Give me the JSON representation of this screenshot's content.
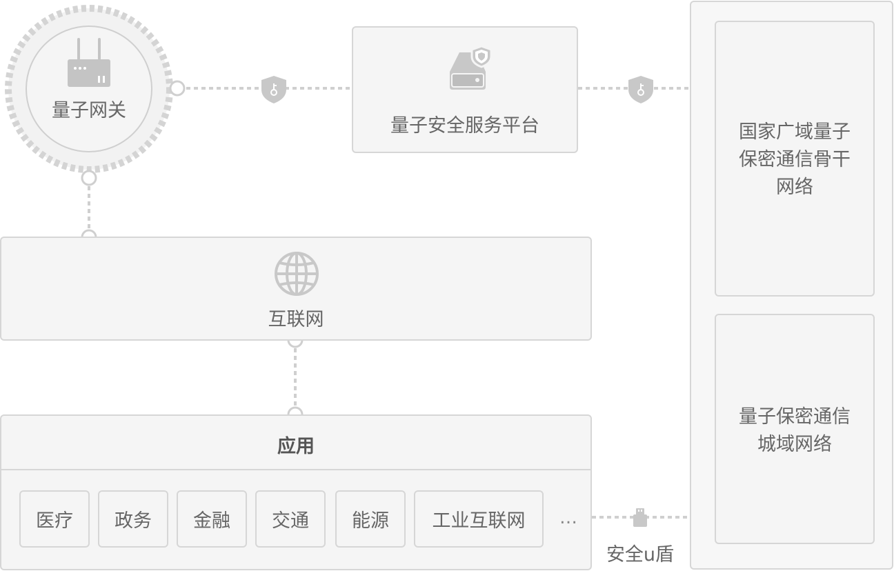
{
  "gateway": {
    "label": "量子网关",
    "icon": "router-icon"
  },
  "platform": {
    "label": "量子安全服务平台",
    "icon": "server-shield-icon"
  },
  "backbone": {
    "label_line1": "国家广域量子",
    "label_line2": "保密通信骨干",
    "label_line3": "网络"
  },
  "metro": {
    "label_line1": "量子保密通信",
    "label_line2": "城域网络"
  },
  "internet": {
    "label": "互联网",
    "icon": "globe-icon"
  },
  "application": {
    "title": "应用",
    "items": [
      "医疗",
      "政务",
      "金融",
      "交通",
      "能源",
      "工业互联网"
    ],
    "ellipsis": "…"
  },
  "usb_key": {
    "label": "安全u盾",
    "icon": "usb-key-icon"
  },
  "colors": {
    "border": "#d6d6d6",
    "fill": "#f5f5f5",
    "text": "#666666",
    "dots": "#cccccc",
    "icon": "#bdbdbd"
  }
}
